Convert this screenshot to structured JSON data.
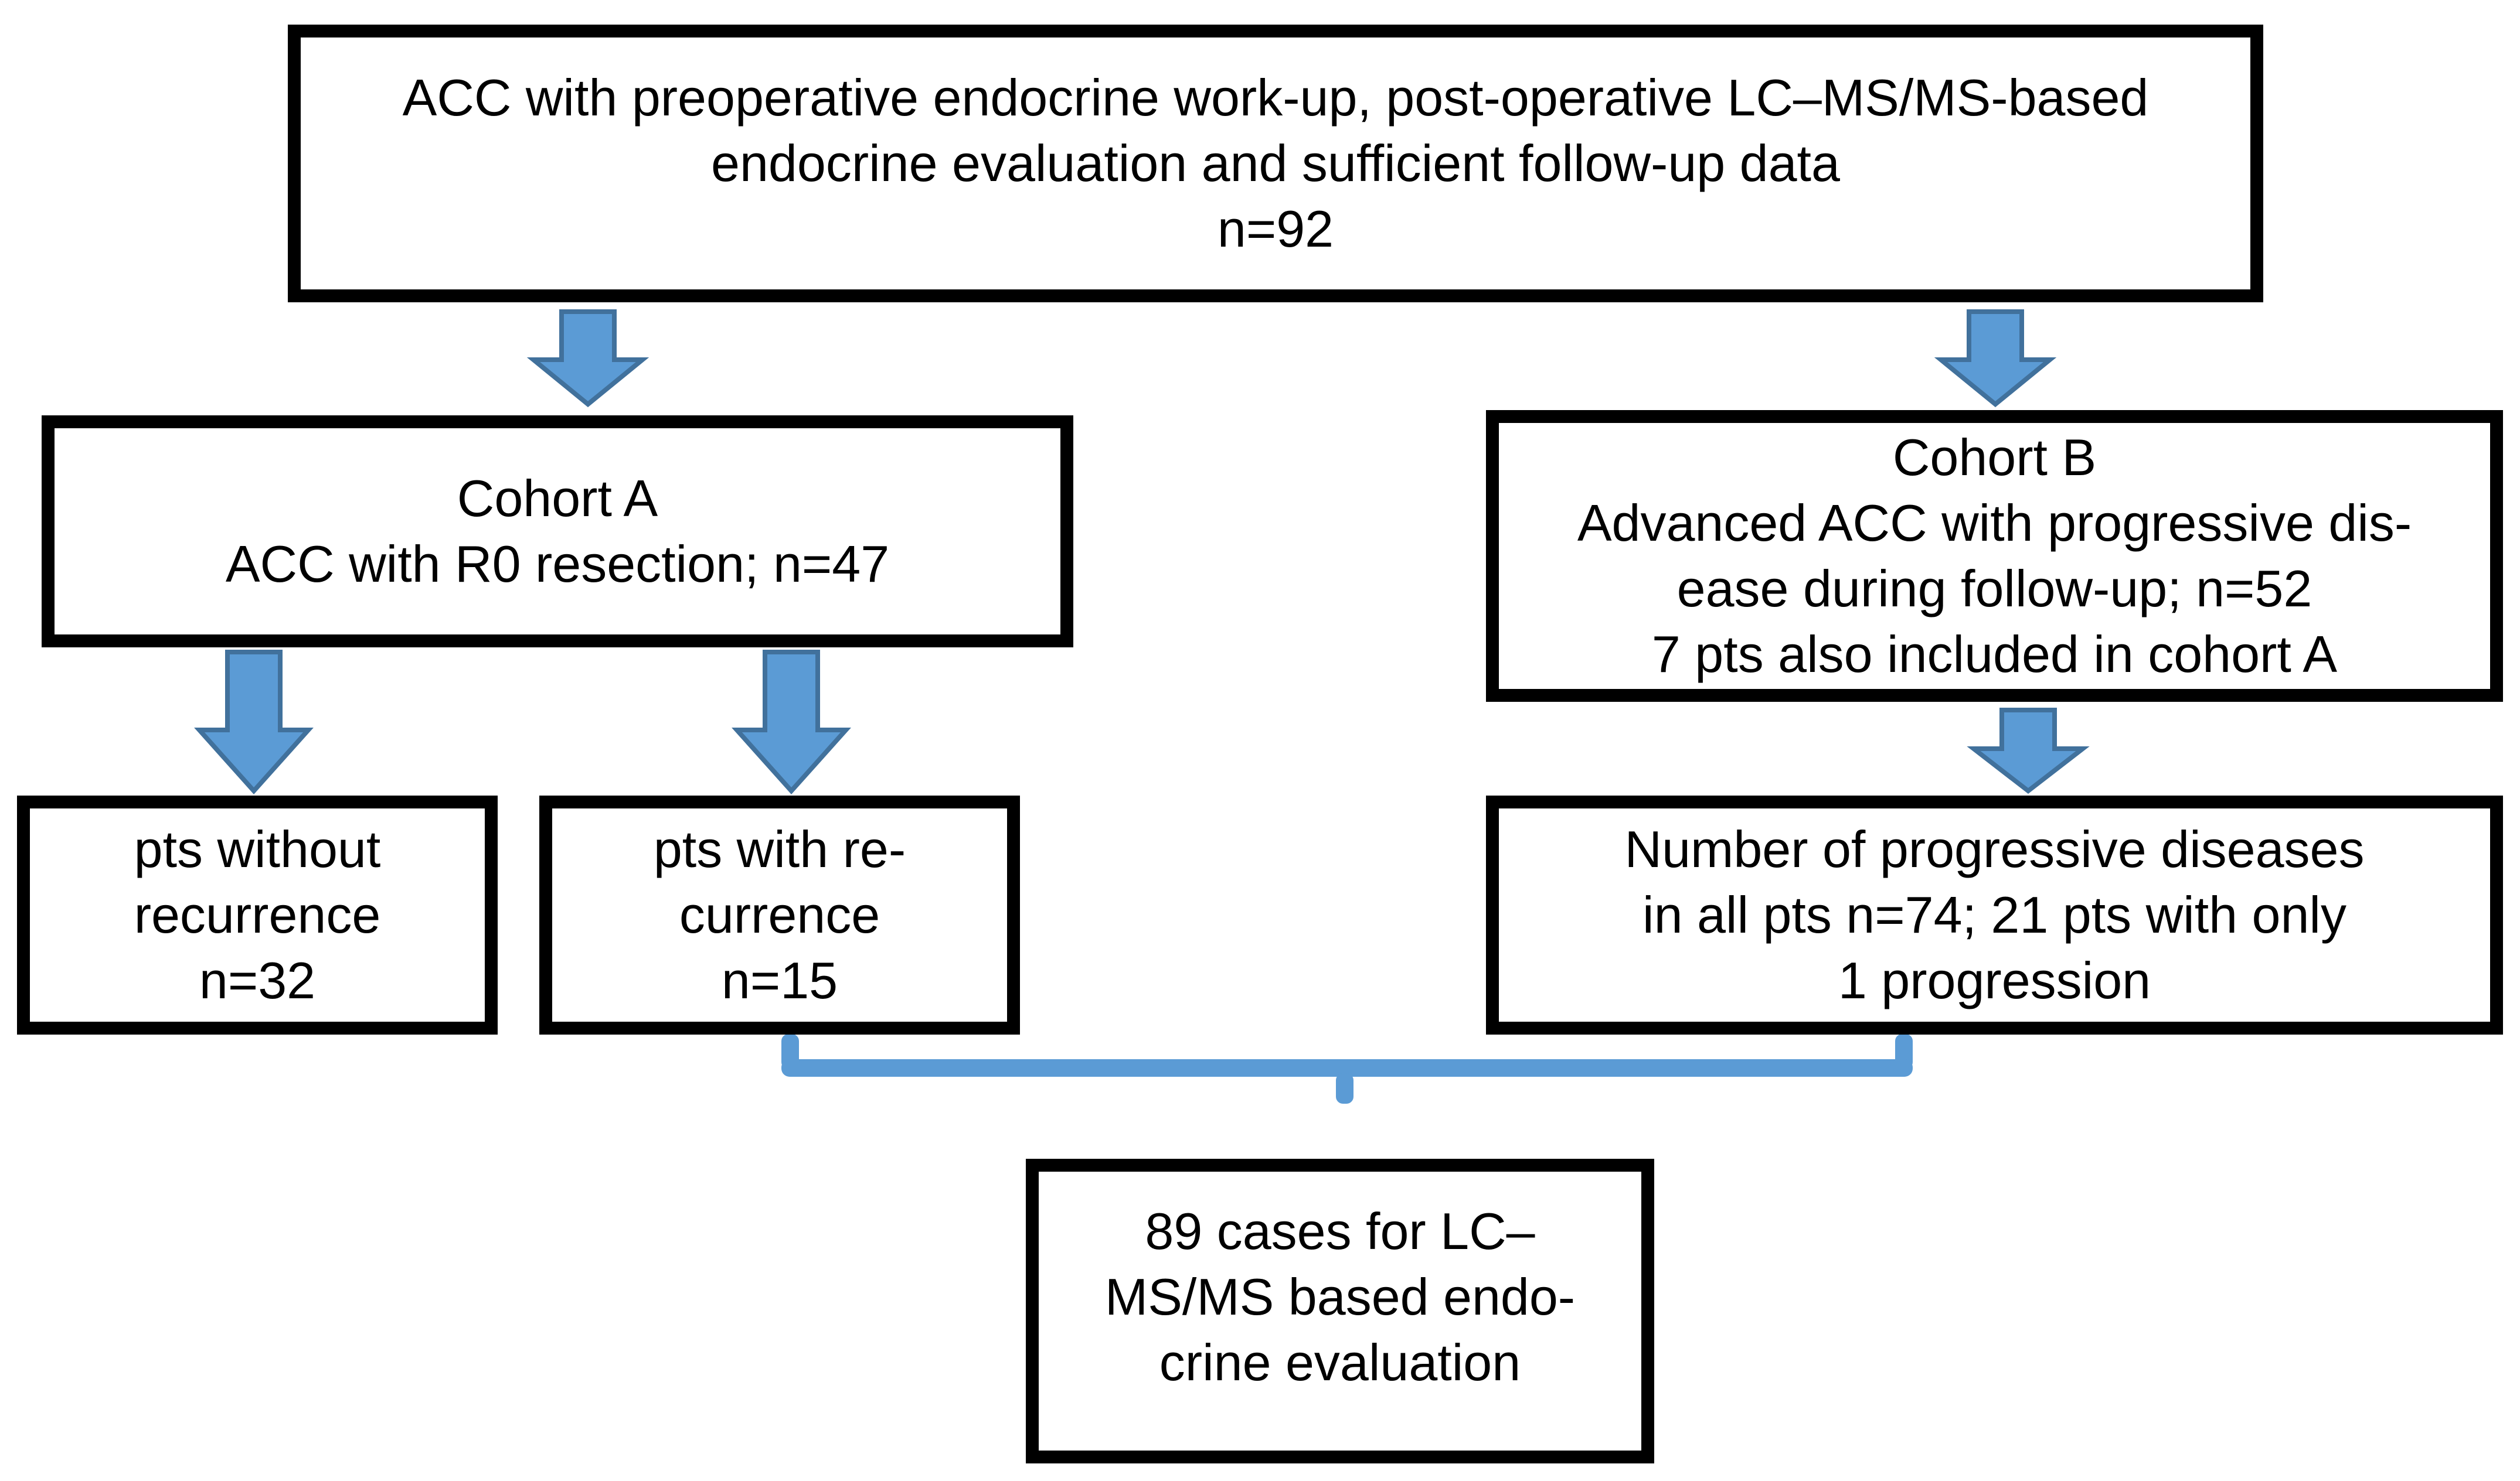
{
  "figure": {
    "type": "patient-flow-diagram",
    "description": "Study cohort flowchart"
  },
  "colors": {
    "background": "#FFFFFF",
    "box_border": "#000000",
    "text": "#000000",
    "arrow_fill": "#5B9BD5",
    "arrow_border": "#41719C",
    "bracket": "#5B9BD5"
  },
  "boxes": {
    "eligible": {
      "lines": [
        "ACC with preoperative endocrine work-up, post-operative LC–MS/MS-based",
        "endocrine evaluation and sufficient follow-up data",
        "n=92"
      ]
    },
    "cohort_a": {
      "lines": [
        "Cohort A",
        "ACC with R0 resection; n=47"
      ]
    },
    "cohort_b": {
      "lines": [
        "Cohort B",
        "Advanced ACC with progressive dis-",
        "ease during follow-up; n=52",
        "7 pts also included in cohort A"
      ]
    },
    "pts_without_recurrence": {
      "lines": [
        "pts without",
        "recurrence",
        "n=32"
      ]
    },
    "pts_with_recurrence": {
      "lines": [
        "pts with re-",
        "currence",
        "n=15"
      ]
    },
    "progressive_diseases": {
      "lines": [
        "Number of progressive diseases",
        "in all pts n=74; 21 pts with only",
        "1 progression"
      ]
    },
    "final_cases": {
      "lines": [
        "89 cases for LC–",
        "MS/MS based endo-",
        "crine evaluation"
      ]
    }
  },
  "values": {
    "total_patients": 92,
    "cohort_a_n": 47,
    "cohort_b_n": 52,
    "cohort_b_also_in_a": 7,
    "without_recurrence_n": 32,
    "with_recurrence_n": 15,
    "progressive_diseases_n": 74,
    "pts_with_single_progression": 21,
    "final_cases_n": 89
  }
}
